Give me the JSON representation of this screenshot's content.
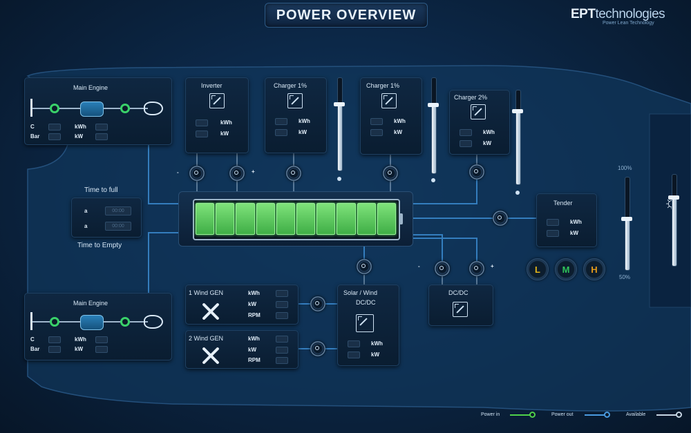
{
  "header": {
    "title": "POWER OVERVIEW"
  },
  "brand": {
    "name_bold": "EPT",
    "name_light": "technologies",
    "tagline": "Power Lean Technology"
  },
  "engine_top": {
    "title": "Main Engine",
    "row1": "C",
    "row2": "Bar",
    "label_kwh": "kWh",
    "label_kw": "kW"
  },
  "engine_bottom": {
    "title": "Main Engine",
    "row1": "C",
    "row2": "Bar",
    "label_kwh": "kWh",
    "label_kw": "kW"
  },
  "time_panel": {
    "title": "Time to full",
    "row1": "a",
    "row2": "a",
    "val1": "00:00",
    "val2": "00:00",
    "footer": "Time to Empty"
  },
  "inverter": {
    "title": "Inverter",
    "label_kwh": "kWh",
    "label_kw": "kW"
  },
  "charger1": {
    "title": "Charger 1%",
    "label_kwh": "kWh",
    "label_kw": "kW"
  },
  "charger2": {
    "title": "Charger 1%",
    "label_kwh": "kWh",
    "label_kw": "kW"
  },
  "charger3": {
    "title": "Charger 2%",
    "label_kwh": "kWh",
    "label_kw": "kW"
  },
  "battery": {
    "charge_fraction": 1.0,
    "cells": 10
  },
  "tender": {
    "title": "Tender",
    "label_kwh": "kWh",
    "label_kw": "kW"
  },
  "wind1": {
    "title": "1 Wind GEN",
    "l1": "kWh",
    "l2": "kW",
    "l3": "RPM"
  },
  "wind2": {
    "title": "2 Wind GEN",
    "l1": "kWh",
    "l2": "kW",
    "l3": "RPM"
  },
  "solar": {
    "title": "Solar / Wind",
    "subtitle": "DC/DC",
    "label_kwh": "kWh",
    "label_kw": "kW"
  },
  "dcdc": {
    "title": "DC/DC"
  },
  "modes": {
    "low": "L",
    "medium": "M",
    "high": "H",
    "low_color": "#e3b51a",
    "medium_color": "#2fc45a",
    "high_color": "#e39a1a"
  },
  "level_slider": {
    "top_label": "100%",
    "bottom_label": "50%",
    "value_fraction": 0.55
  },
  "brightness_slider": {
    "value_fraction": 0.75
  },
  "charger_sliders": [
    {
      "value_fraction": 0.72
    },
    {
      "value_fraction": 0.72
    },
    {
      "value_fraction": 0.78
    }
  ],
  "legend": {
    "power_in": "Power in",
    "power_out": "Power out",
    "available": "Available",
    "power_in_color": "#4fd14a",
    "power_out_color": "#4a9be0",
    "available_color": "#c8d6e4"
  },
  "node_marks": {
    "plus": "+",
    "minus": "-"
  }
}
